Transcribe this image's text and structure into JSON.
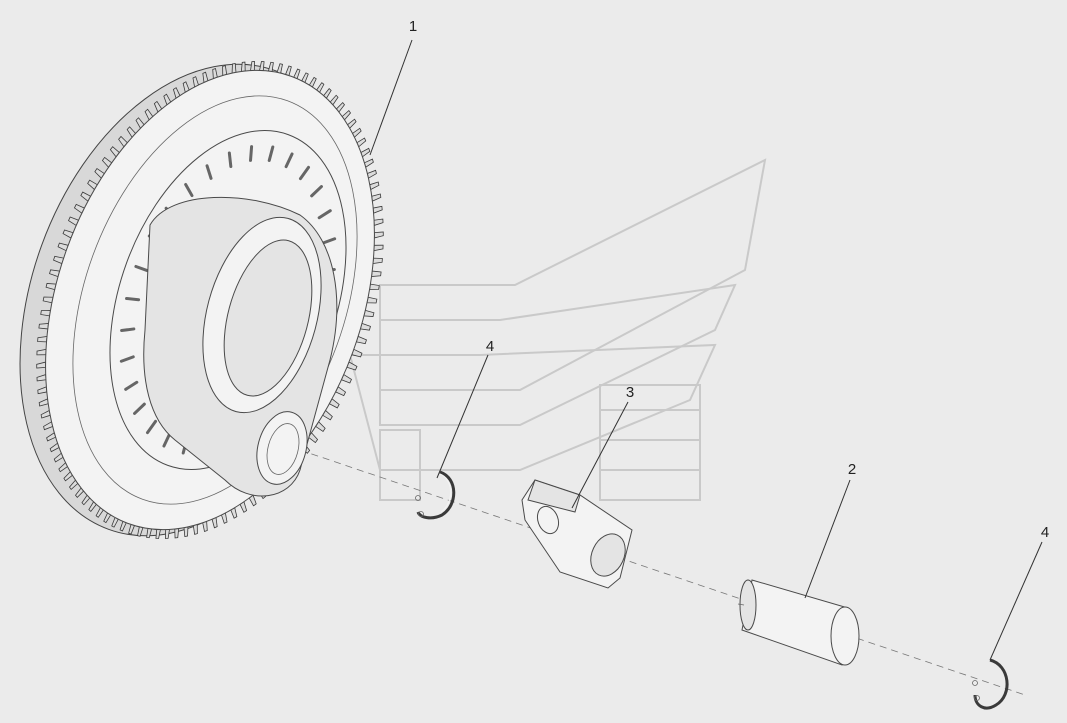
{
  "diagram": {
    "callouts": [
      {
        "id": "callout-1",
        "label": "1",
        "part": "ring-gear-assembly"
      },
      {
        "id": "callout-2",
        "label": "2",
        "part": "pin"
      },
      {
        "id": "callout-3",
        "label": "3",
        "part": "bracket"
      },
      {
        "id": "callout-4a",
        "label": "4",
        "part": "retaining-ring"
      },
      {
        "id": "callout-4b",
        "label": "4",
        "part": "retaining-ring"
      }
    ]
  },
  "colors": {
    "background": "#ebebeb",
    "line": "#333333",
    "part_fill": "#f3f3f3",
    "watermark": "#c9c9c9"
  }
}
